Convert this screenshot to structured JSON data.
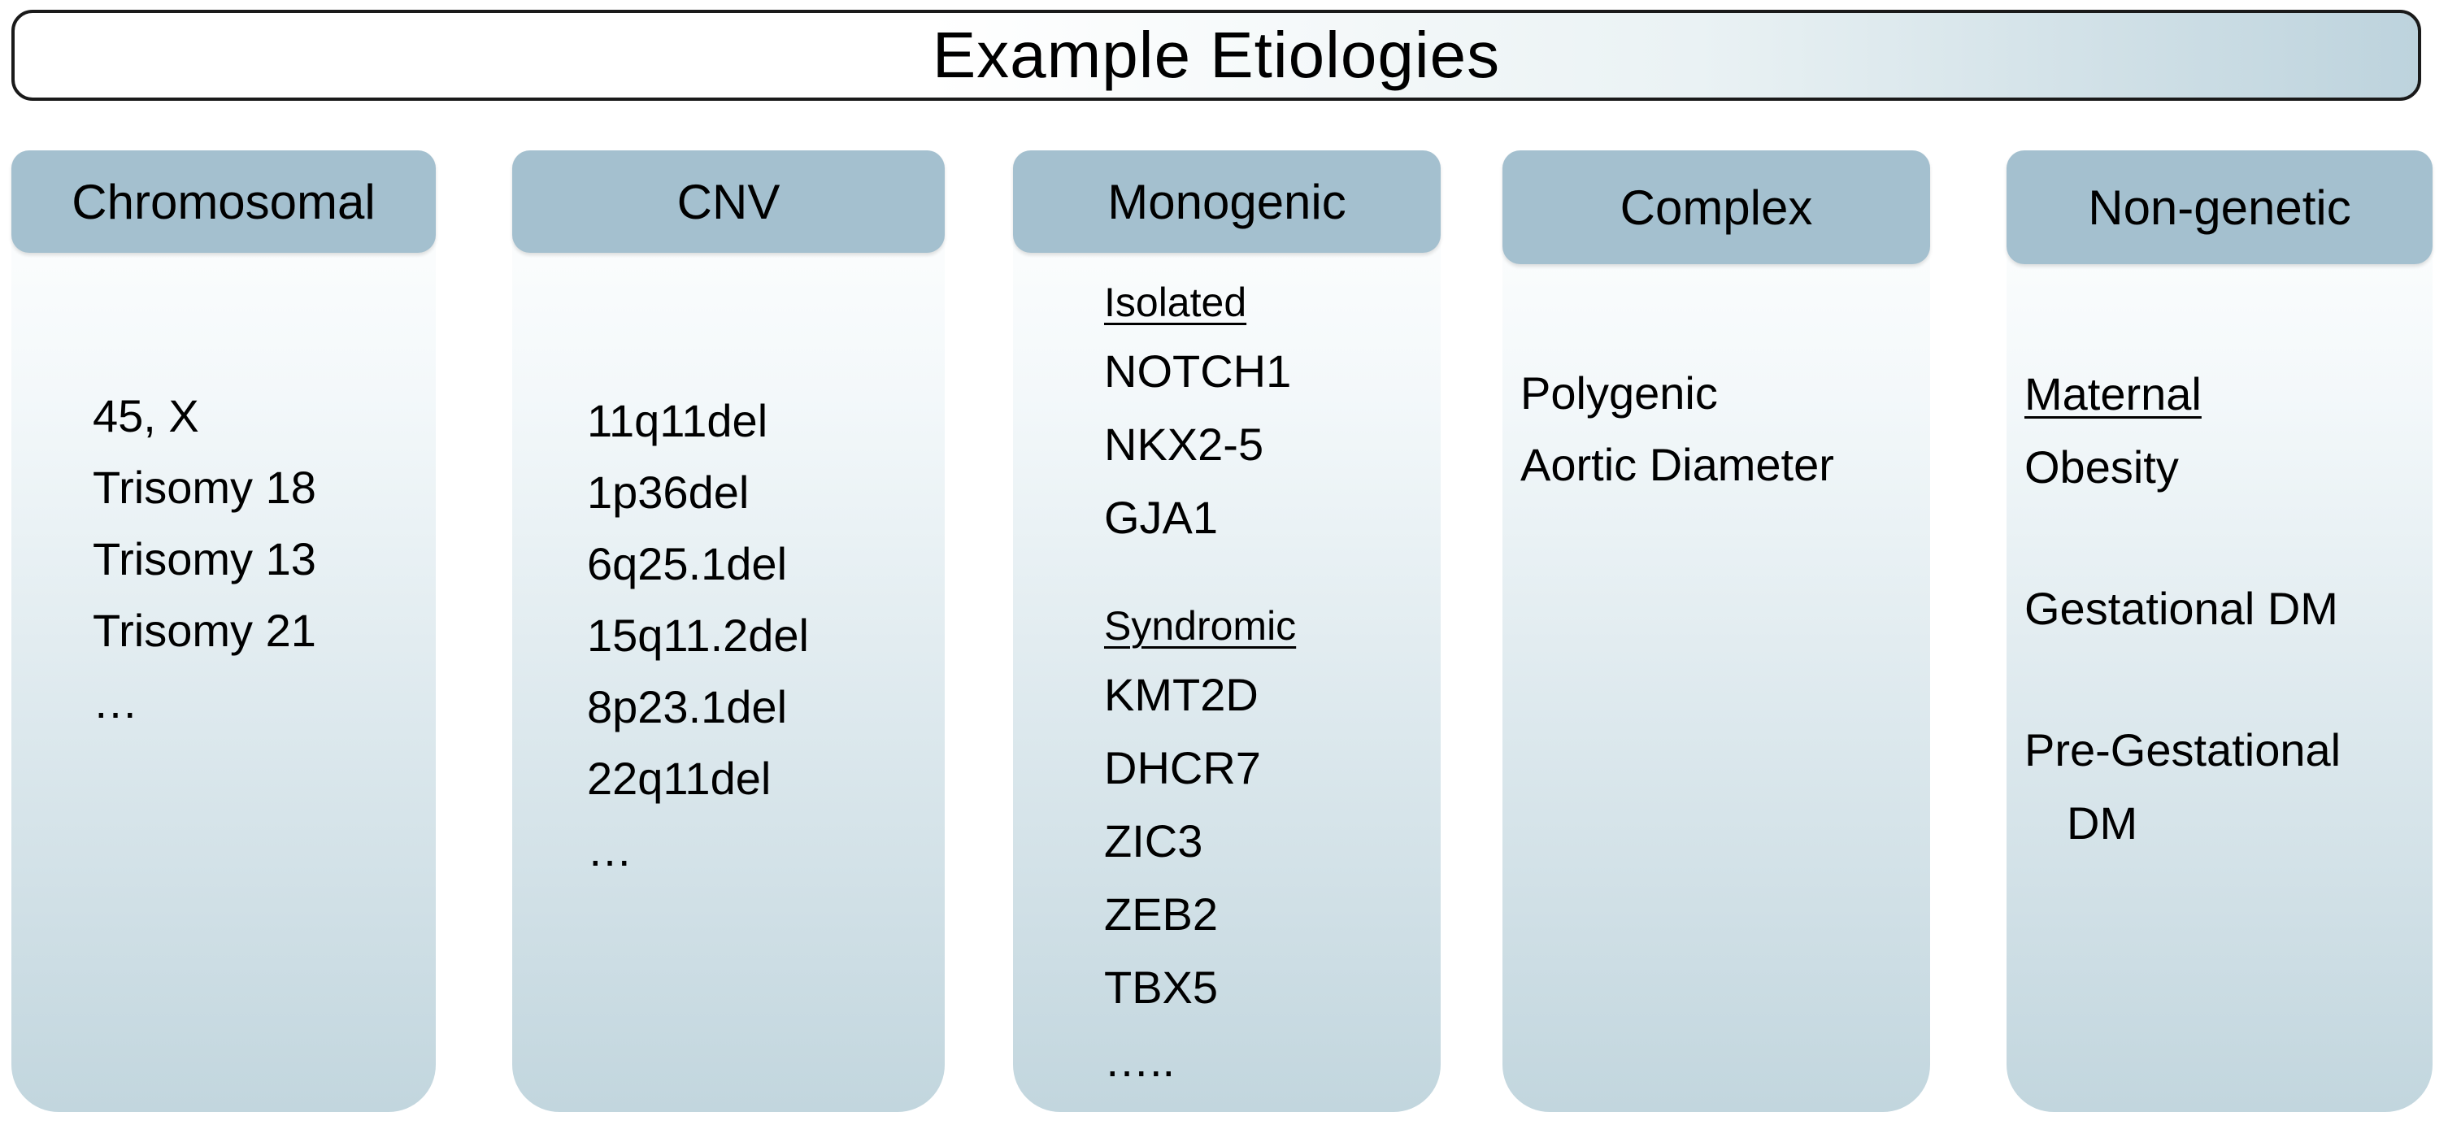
{
  "title": "Example Etiologies",
  "columns": [
    {
      "header": "Chromosomal",
      "items": [
        "45, X",
        "Trisomy 18",
        "Trisomy 13",
        "Trisomy 21",
        "…"
      ]
    },
    {
      "header": "CNV",
      "items": [
        "11q11del",
        "1p36del",
        "6q25.1del",
        "15q11.2del",
        "8p23.1del",
        "22q11del",
        "…"
      ]
    },
    {
      "header": "Monogenic",
      "groups": [
        {
          "subheading": "Isolated",
          "items": [
            "NOTCH1",
            "NKX2-5",
            "GJA1"
          ]
        },
        {
          "subheading": "Syndromic",
          "items": [
            "KMT2D",
            "DHCR7",
            "ZIC3",
            "ZEB2",
            "TBX5",
            "….."
          ]
        }
      ]
    },
    {
      "header": "Complex",
      "items": [
        "Polygenic",
        "Aortic Diameter"
      ]
    },
    {
      "header": "Non-genetic",
      "subheading": "Maternal",
      "items": [
        "Obesity",
        "Gestational DM",
        "Pre-Gestational",
        "DM"
      ]
    }
  ]
}
